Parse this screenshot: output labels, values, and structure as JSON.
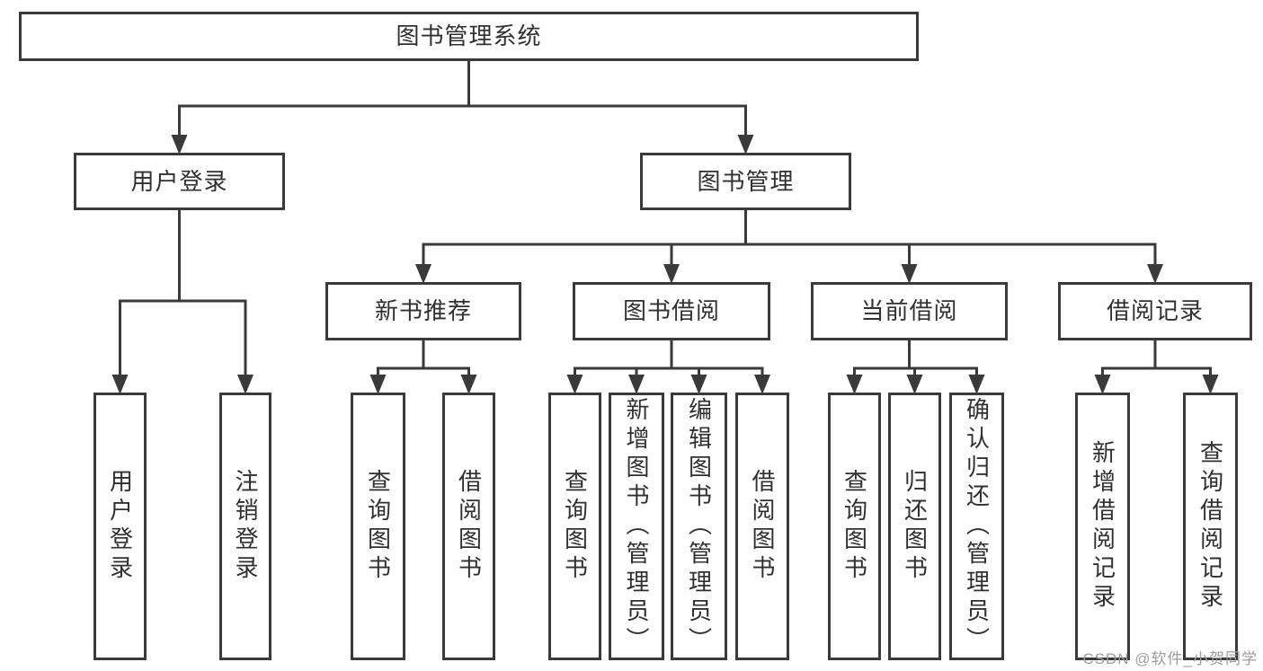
{
  "diagram_title": "图书管理系统",
  "nodes": {
    "root": {
      "label": "图书管理系统"
    },
    "user-login": {
      "label": "用户登录"
    },
    "book-mgmt": {
      "label": "图书管理"
    },
    "new-book-recommend": {
      "label": "新书推荐"
    },
    "book-borrow": {
      "label": "图书借阅"
    },
    "current-borrow": {
      "label": "当前借阅"
    },
    "borrow-records": {
      "label": "借阅记录"
    },
    "leaf-user-login": {
      "label": "用户登录"
    },
    "leaf-logout": {
      "label": "注销登录"
    },
    "leaf-nb-query-book": {
      "label": "查询图书"
    },
    "leaf-nb-borrow-book": {
      "label": "借阅图书"
    },
    "leaf-bb-query-book": {
      "label": "查询图书"
    },
    "leaf-bb-add-book": {
      "label": "新增图书（管理员）"
    },
    "leaf-bb-edit-book": {
      "label": "编辑图书（管理员）"
    },
    "leaf-bb-borrow-book": {
      "label": "借阅图书"
    },
    "leaf-cb-query-book": {
      "label": "查询图书"
    },
    "leaf-cb-return-book": {
      "label": "归还图书"
    },
    "leaf-cb-confirm-return": {
      "label": "确认归还（管理员）"
    },
    "leaf-br-add-record": {
      "label": "新增借阅记录"
    },
    "leaf-br-query-record": {
      "label": "查询借阅记录"
    }
  },
  "hierarchy": {
    "root": [
      "user-login",
      "book-mgmt"
    ],
    "user-login": [
      "leaf-user-login",
      "leaf-logout"
    ],
    "book-mgmt": [
      "new-book-recommend",
      "book-borrow",
      "current-borrow",
      "borrow-records"
    ],
    "new-book-recommend": [
      "leaf-nb-query-book",
      "leaf-nb-borrow-book"
    ],
    "book-borrow": [
      "leaf-bb-query-book",
      "leaf-bb-add-book",
      "leaf-bb-edit-book",
      "leaf-bb-borrow-book"
    ],
    "current-borrow": [
      "leaf-cb-query-book",
      "leaf-cb-return-book",
      "leaf-cb-confirm-return"
    ],
    "borrow-records": [
      "leaf-br-add-record",
      "leaf-br-query-record"
    ]
  },
  "watermark": {
    "text": "CSDN @软件_小贺同学"
  },
  "colors": {
    "line": "#3a3a3a",
    "box_border": "#3a3a3a",
    "box_bg": "#ffffff",
    "text": "#303030",
    "watermark": "#9d9d9d",
    "background": "#ffffff"
  }
}
